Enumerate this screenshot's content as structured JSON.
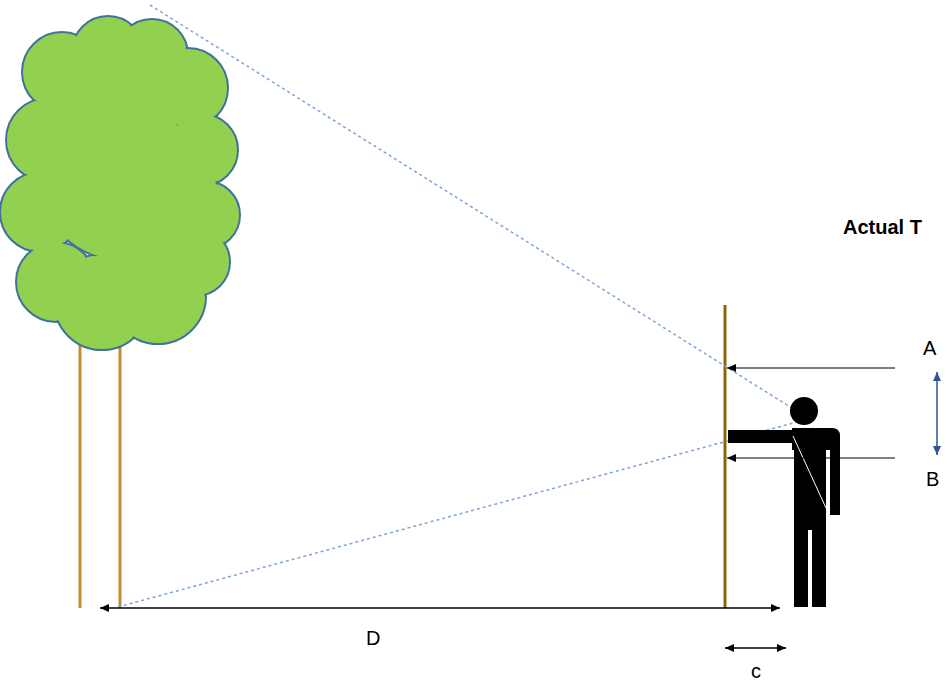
{
  "diagram": {
    "labels": [
      "Actual T",
      "A",
      "B",
      "D",
      "c"
    ]
  }
}
